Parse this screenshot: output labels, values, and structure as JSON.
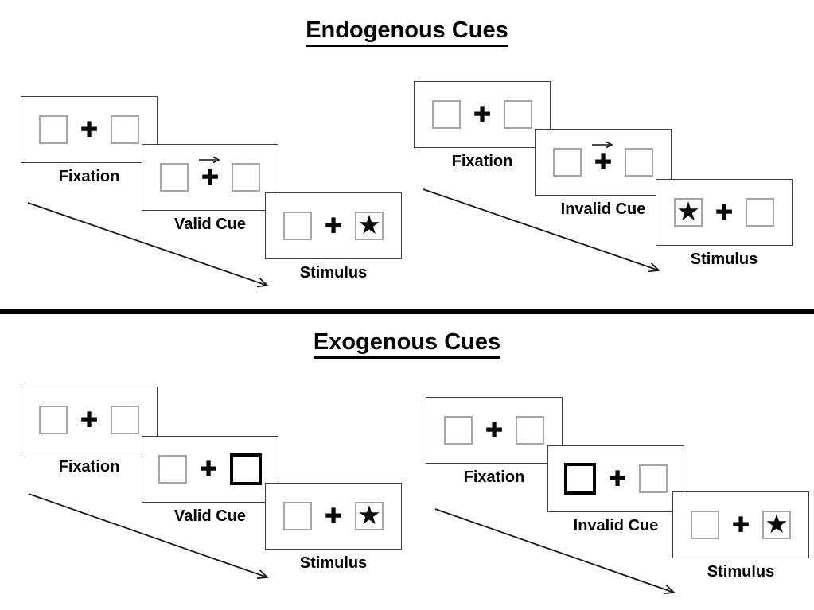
{
  "sections": [
    {
      "id": "endogenous",
      "title": "Endogenous Cues",
      "groups": [
        {
          "id": "valid",
          "panels": [
            {
              "label": "Fixation",
              "left": "empty box",
              "center": "fixation cross",
              "right": "empty box"
            },
            {
              "label": "Valid Cue",
              "left": "empty box",
              "center": "fixation cross with right arrow above",
              "right": "empty box"
            },
            {
              "label": "Stimulus",
              "left": "empty box",
              "center": "fixation cross",
              "right": "star"
            }
          ]
        },
        {
          "id": "invalid",
          "panels": [
            {
              "label": "Fixation",
              "left": "empty box",
              "center": "fixation cross",
              "right": "empty box"
            },
            {
              "label": "Invalid Cue",
              "left": "empty box",
              "center": "fixation cross with right arrow above",
              "right": "empty box"
            },
            {
              "label": "Stimulus",
              "left": "star",
              "center": "fixation cross",
              "right": "empty box"
            }
          ]
        }
      ]
    },
    {
      "id": "exogenous",
      "title": "Exogenous Cues",
      "groups": [
        {
          "id": "valid",
          "panels": [
            {
              "label": "Fixation",
              "left": "empty box",
              "center": "fixation cross",
              "right": "empty box"
            },
            {
              "label": "Valid Cue",
              "left": "empty box",
              "center": "fixation cross",
              "right": "thick highlighted box"
            },
            {
              "label": "Stimulus",
              "left": "empty box",
              "center": "fixation cross",
              "right": "star"
            }
          ]
        },
        {
          "id": "invalid",
          "panels": [
            {
              "label": "Fixation",
              "left": "empty box",
              "center": "fixation cross",
              "right": "empty box"
            },
            {
              "label": "Invalid Cue",
              "left": "thick highlighted box",
              "center": "fixation cross",
              "right": "empty box"
            },
            {
              "label": "Stimulus",
              "left": "empty box",
              "center": "fixation cross",
              "right": "star"
            }
          ]
        }
      ]
    }
  ],
  "icons": {
    "fixation_cross": "✚",
    "star": "★",
    "cue_arrow": "→"
  },
  "colors": {
    "ink": "#000000",
    "panel_border": "#3f3f3f",
    "placeholder_border": "#a6a6a6",
    "background": "#ffffff"
  }
}
